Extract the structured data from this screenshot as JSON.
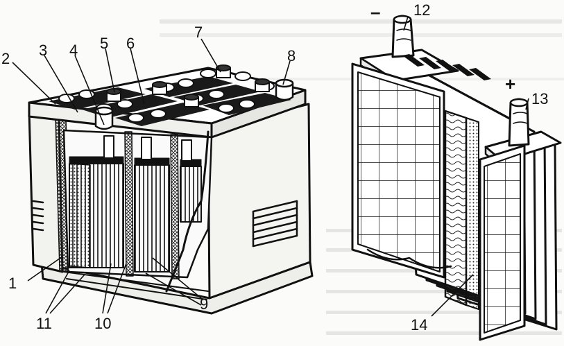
{
  "diagram": {
    "callouts": [
      {
        "id": "1",
        "label": "1"
      },
      {
        "id": "2",
        "label": "2"
      },
      {
        "id": "3",
        "label": "3"
      },
      {
        "id": "4",
        "label": "4"
      },
      {
        "id": "5",
        "label": "5"
      },
      {
        "id": "6",
        "label": "6"
      },
      {
        "id": "7",
        "label": "7"
      },
      {
        "id": "8",
        "label": "8"
      },
      {
        "id": "9",
        "label": "9"
      },
      {
        "id": "10",
        "label": "10"
      },
      {
        "id": "11",
        "label": "11"
      },
      {
        "id": "12",
        "label": "12"
      },
      {
        "id": "13",
        "label": "13"
      },
      {
        "id": "14",
        "label": "14"
      }
    ],
    "terminal_signs": {
      "negative": "–",
      "positive": "+"
    },
    "colors": {
      "ink": "#111111",
      "paper": "#fbfbf9",
      "bleed": "#c9c9c9"
    }
  }
}
